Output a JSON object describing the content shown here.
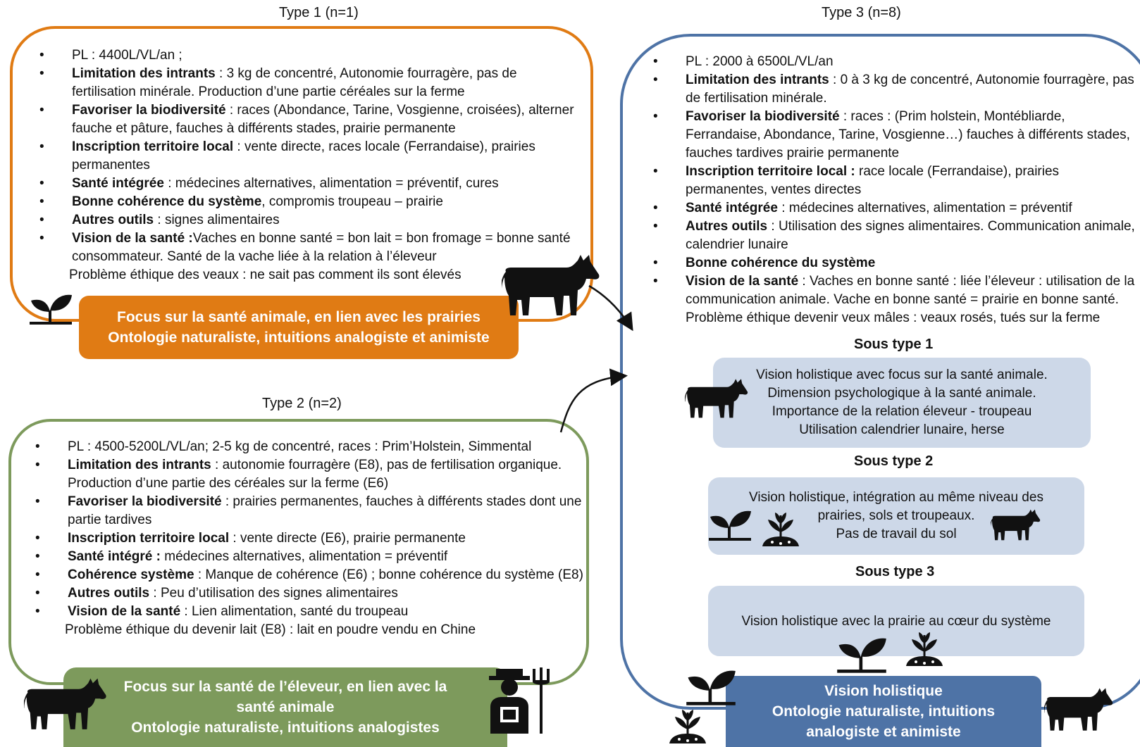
{
  "type1": {
    "title": "Type 1 (n=1)",
    "items": [
      {
        "bold": "",
        "text": "PL : 4400L/VL/an ;"
      },
      {
        "bold": "Limitation des intrants",
        "text": " : 3 kg de concentré, Autonomie fourragère, pas de fertilisation minérale.  Production d’une partie céréales sur la ferme"
      },
      {
        "bold": "Favoriser la biodiversité",
        "text": " : races (Abondance, Tarine, Vosgienne, croisées), alterner fauche et pâture, fauches à différents stades, prairie permanente"
      },
      {
        "bold": "Inscription territoire local",
        "text": " : vente directe, races locale (Ferrandaise), prairies permanentes"
      },
      {
        "bold": "Santé intégrée",
        "text": " : médecines alternatives, alimentation = préventif, cures"
      },
      {
        "bold": "Bonne cohérence du système",
        "text": ", compromis troupeau – prairie"
      },
      {
        "bold": "Autres outils",
        "text": " : signes alimentaires"
      },
      {
        "bold": "Vision de la santé :",
        "text": "Vaches en bonne santé = bon lait = bon fromage = bonne santé consommateur. Santé de la vache liée à la relation à l’éleveur"
      }
    ],
    "extra": "Problème éthique des veaux : ne sait pas comment ils sont élevés",
    "banner_line1": "Focus sur la santé animale,  en lien avec les prairies",
    "banner_line2": "Ontologie naturaliste, intuitions analogiste et animiste",
    "color": "#e07b14"
  },
  "type2": {
    "title": "Type 2 (n=2)",
    "items": [
      {
        "bold": "",
        "text": "PL : 4500-5200L/VL/an; 2-5 kg de concentré, races : Prim’Holstein, Simmental"
      },
      {
        "bold": "Limitation des intrants",
        "text": " : autonomie fourragère (E8), pas de fertilisation organique. Production d’une partie des céréales sur la ferme (E6)"
      },
      {
        "bold": "Favoriser la biodiversité",
        "text": " :  prairies  permanentes, fauches à différents stades dont une partie tardives"
      },
      {
        "bold": "Inscription territoire local",
        "text": " : vente directe (E6), prairie permanente"
      },
      {
        "bold": "Santé intégré :",
        "text": " médecines alternatives, alimentation = préventif"
      },
      {
        "bold": "Cohérence système",
        "text": " : Manque de cohérence (E6) ; bonne cohérence du système (E8)"
      },
      {
        "bold": "Autres outils",
        "text": " : Peu d’utilisation des signes alimentaires"
      },
      {
        "bold": "Vision de la santé",
        "text": " : Lien alimentation, santé du troupeau"
      }
    ],
    "extra": "Problème éthique du devenir lait (E8) : lait en poudre vendu en Chine",
    "banner_line1": "Focus sur la santé de l’éleveur, en lien avec la santé animale",
    "banner_line2": "Ontologie naturaliste, intuitions analogistes",
    "color": "#7d9a5c"
  },
  "type3": {
    "title": "Type 3 (n=8)",
    "items": [
      {
        "bold": "",
        "text": "PL : 2000 à 6500L/VL/an"
      },
      {
        "bold": "Limitation des intrants",
        "text": " : 0 à 3 kg de concentré, Autonomie fourragère, pas de fertilisation minérale."
      },
      {
        "bold": "Favoriser la biodiversité",
        "text": " : races : (Prim holstein, Montébliarde, Ferrandaise, Abondance, Tarine, Vosgienne…) fauches à différents stades, fauches tardives prairie permanente"
      },
      {
        "bold": "Inscription territoire local :",
        "text": " race locale (Ferrandaise), prairies permanentes, ventes directes"
      },
      {
        "bold": "Santé intégrée",
        "text": " : médecines alternatives, alimentation = préventif"
      },
      {
        "bold": "Autres outils",
        "text": " : Utilisation des signes alimentaires. Communication animale, calendrier lunaire"
      },
      {
        "bold": "Bonne cohérence du système",
        "text": ""
      },
      {
        "bold": "Vision de la santé",
        "text": " : Vaches en bonne santé : liée l’éleveur  : utilisation de la communication animale.  Vache en bonne santé = prairie en bonne santé.  Problème éthique devenir veux mâles : veaux rosés, tués sur la ferme"
      }
    ],
    "sub1_title": "Sous type 1",
    "sub1_lines": [
      "Vision holistique avec focus sur la santé animale.",
      "Dimension psychologique à la santé animale.",
      "Importance de la relation éleveur  - troupeau",
      "Utilisation calendrier lunaire, herse"
    ],
    "sub2_title": "Sous type 2",
    "sub2_lines": [
      "Vision holistique, intégration au même niveau des",
      "prairies, sols et troupeaux.",
      "Pas de travail du sol"
    ],
    "sub3_title": "Sous type 3",
    "sub3_lines": [
      "Vision holistique avec la prairie au cœur du système"
    ],
    "banner_line1": "Vision holistique",
    "banner_line2": "Ontologie naturaliste, intuitions analogiste et animiste",
    "color": "#4e73a6"
  }
}
